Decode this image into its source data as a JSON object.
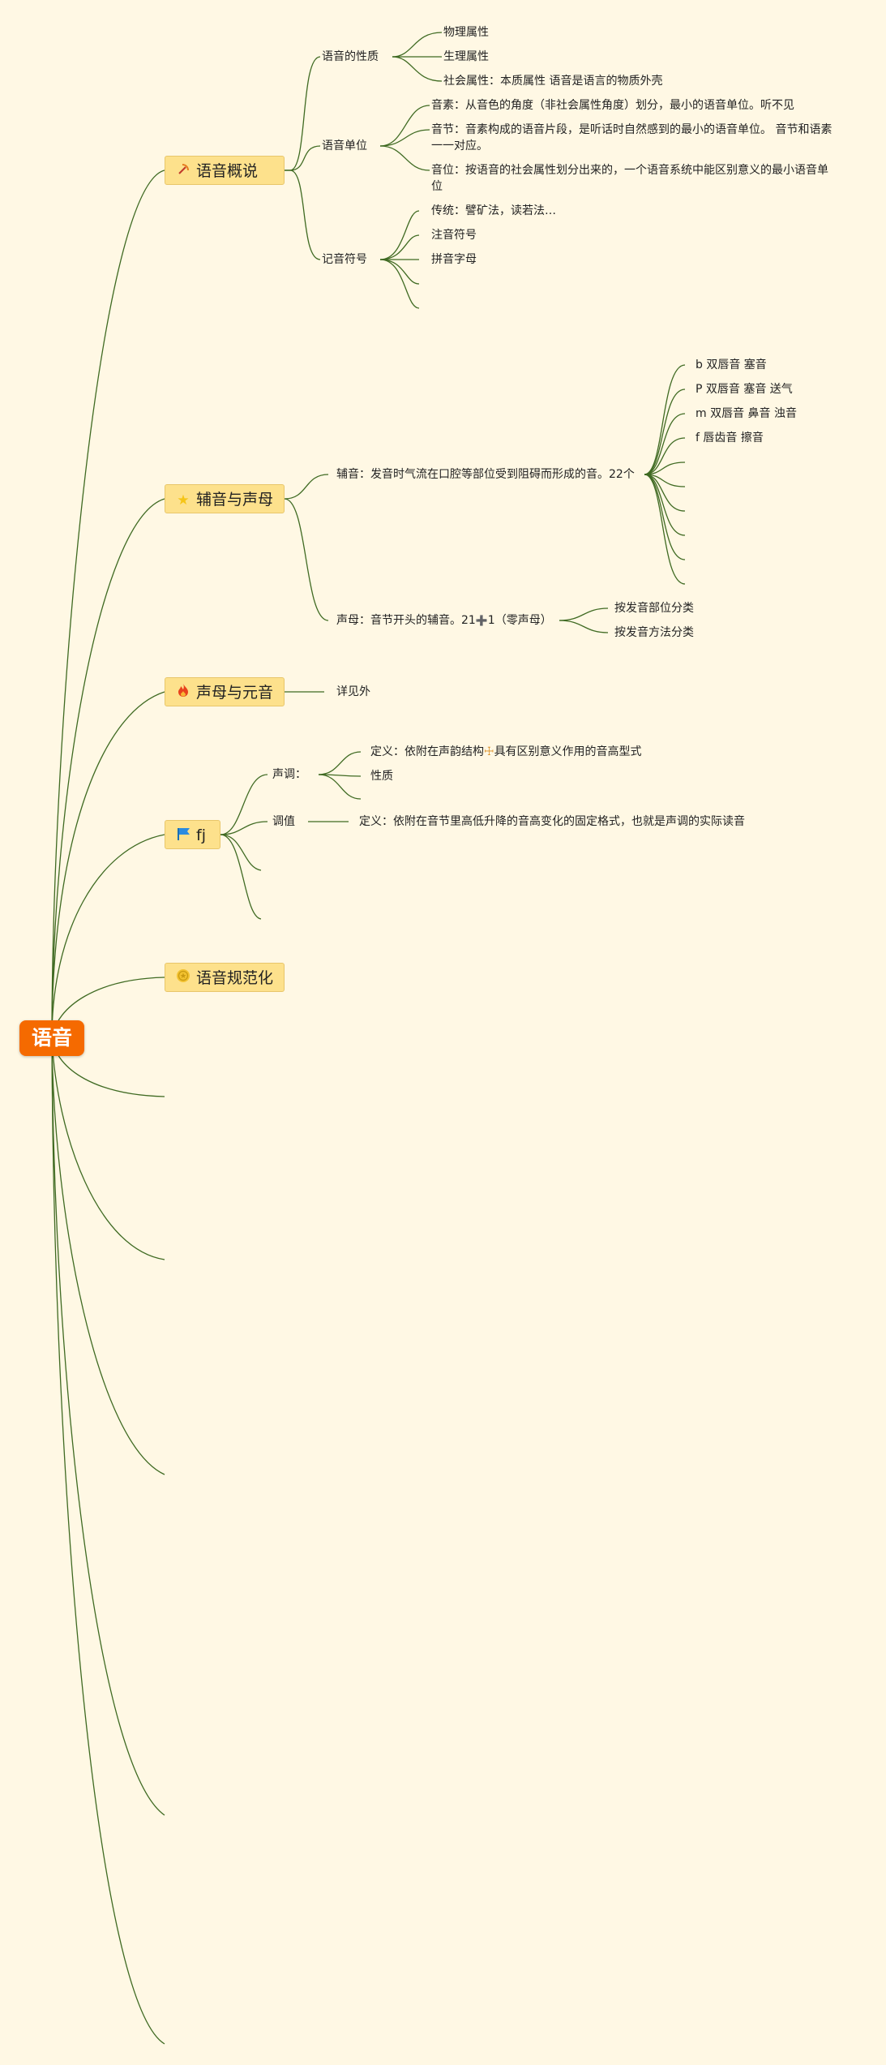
{
  "root": {
    "label": "语音"
  },
  "topics": [
    {
      "label": "语音概说",
      "icon": "pickaxe-icon"
    },
    {
      "label": "辅音与声母",
      "icon": "star-icon"
    },
    {
      "label": "声母与元音",
      "icon": "fire-icon"
    },
    {
      "label": "fj",
      "icon": "flag-icon"
    },
    {
      "label": "语音规范化",
      "icon": "medal-icon"
    }
  ],
  "nodes": {
    "nature": "语音的性质",
    "nature_physical": "物理属性",
    "nature_physiological": "生理属性",
    "nature_social": "社会属性：本质属性 语音是语言的物质外壳",
    "units": "语音单位",
    "unit_phoneme": "音素：从音色的角度（非社会属性角度）划分，最小的语音单位。听不见",
    "unit_syllable": "音节：音素构成的语音片段，是听话时自然感到的最小的语音单位。 音节和语素一一对应。",
    "unit_phonemic": "音位：按语音的社会属性划分出来的，一个语音系统中能区别意义的最小语音单位",
    "notation": "记音符号",
    "notation_traditional": "传统：譬矿法，读若法…",
    "notation_zhuyin": "注音符号",
    "notation_pinyin": "拼音字母",
    "consonant": "辅音：发音时气流在口腔等部位受到阻碍而形成的音。22个",
    "cons_b": "b 双唇音 塞音",
    "cons_p": "P 双唇音 塞音 送气",
    "cons_m": "m 双唇音 鼻音 浊音",
    "cons_f": "f 唇齿音 擦音",
    "initial_prefix": "声母：音节开头的辅音。21",
    "initial_plus": "➕",
    "initial_suffix": "1（零声母）",
    "by_place": "按发音部位分类",
    "by_manner": "按发音方法分类",
    "see_also": "详见外",
    "tone": "声调：",
    "tone_def_a": "定义：依附在声韵结构",
    "tone_def_icon": "☩",
    "tone_def_b": "具有区别意义作用的音高型式",
    "tone_nature": "性质",
    "tone_value": "调值",
    "tone_value_def": "定义：依附在音节里高低升降的音高变化的固定格式，也就是声调的实际读音"
  }
}
